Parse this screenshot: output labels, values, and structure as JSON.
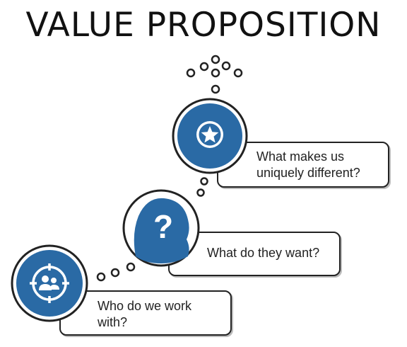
{
  "title": "VALUE PROPOSITION",
  "steps": [
    {
      "text_line1": "Who do we work",
      "text_line2": "with?",
      "icon": "people-target-icon"
    },
    {
      "text_line1": "What do they want?",
      "icon": "question-head-icon"
    },
    {
      "text_line1": "What makes us",
      "text_line2": "uniquely different?",
      "icon": "star-icon"
    }
  ],
  "colors": {
    "circle_fill": "#2a6aa5",
    "circle_border": "#222222",
    "bubble_stroke": "#222222"
  }
}
